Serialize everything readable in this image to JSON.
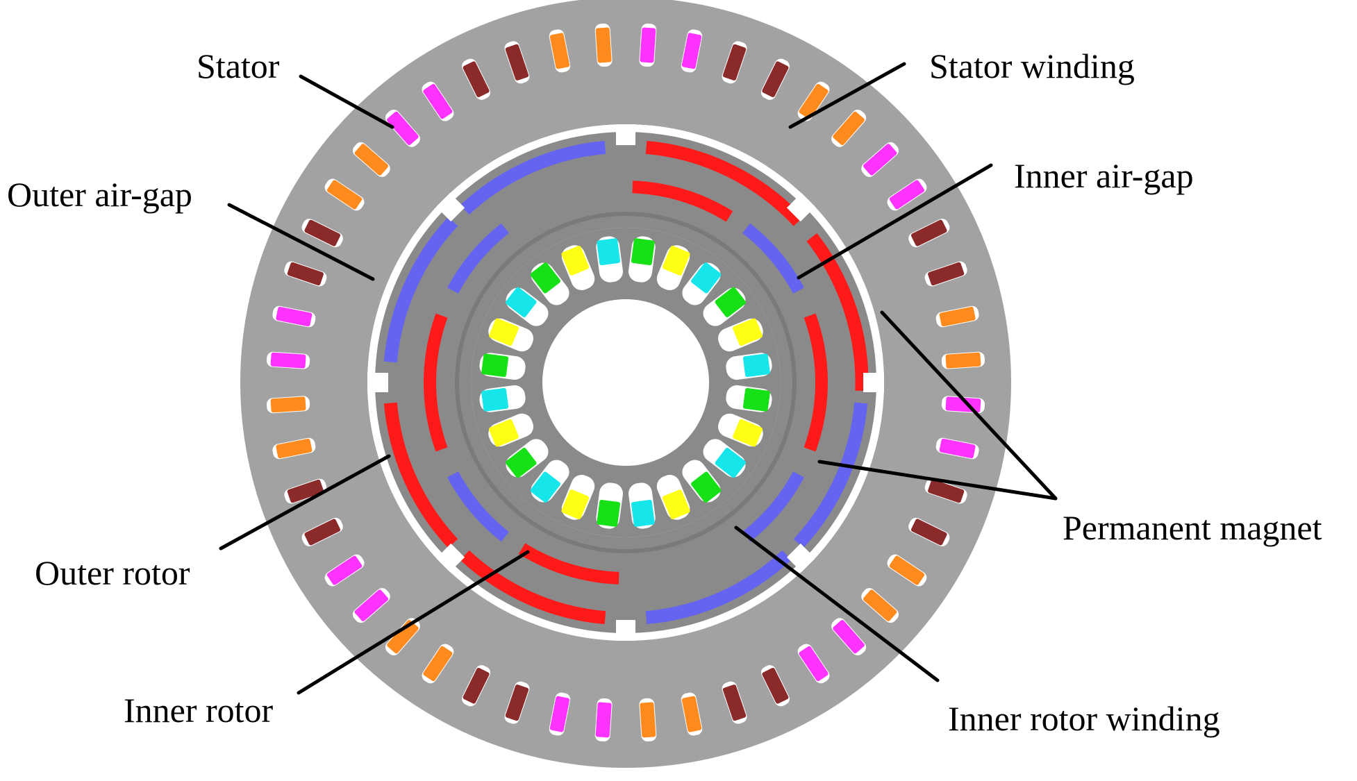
{
  "labels": {
    "stator": "Stator",
    "stator_winding": "Stator winding",
    "outer_air_gap": "Outer air-gap",
    "inner_air_gap": "Inner air-gap",
    "permanent_magnet": "Permanent magnet",
    "outer_rotor": "Outer rotor",
    "inner_rotor": "Inner rotor",
    "inner_rotor_winding": "Inner rotor winding"
  },
  "colors": {
    "stator_iron": "#a2a2a2",
    "rotor_iron": "#8a8a8a",
    "magnet_north": "#ff1a1a",
    "magnet_south": "#6464f0",
    "slot_opening": "#ffffff",
    "leader_line": "#000000"
  },
  "stator_slot_colors": [
    "#ff33ff",
    "#8b2a2a",
    "#ff8a1e"
  ],
  "inner_slot_colors": [
    "#16e016",
    "#ffff16",
    "#16e6ea"
  ],
  "stator_slot_count": 48,
  "inner_slot_count": 24
}
